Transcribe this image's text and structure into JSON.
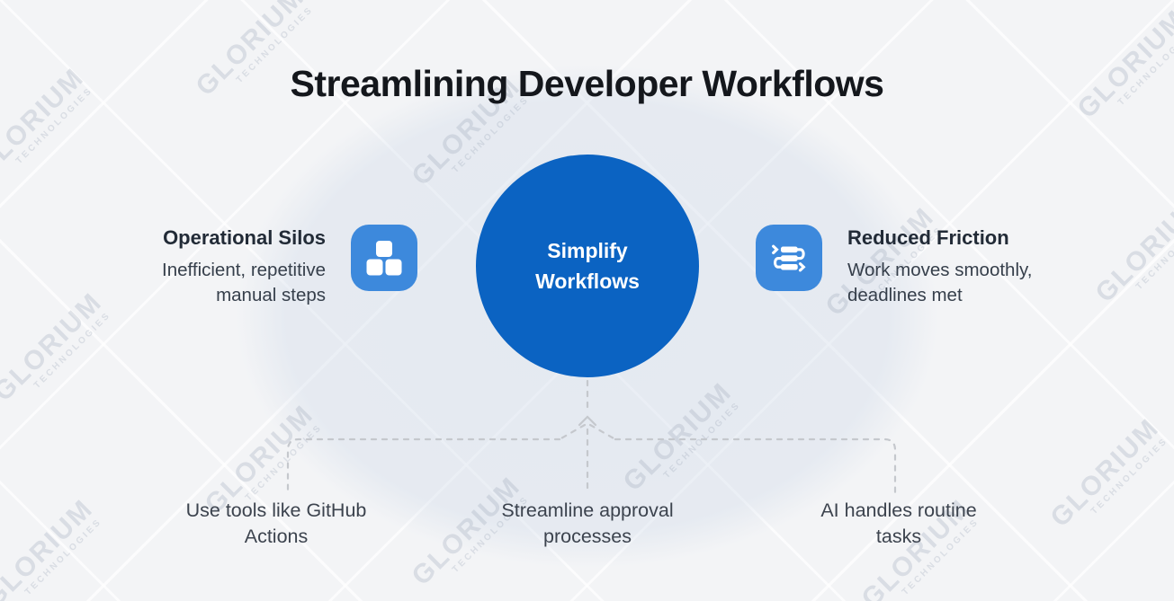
{
  "title": "Streamlining Developer Workflows",
  "watermark": {
    "line1": "GLORIUM",
    "line2": "TECHNOLOGIES"
  },
  "center_node": {
    "label": "Simplify Workflows"
  },
  "left_card": {
    "title": "Operational Silos",
    "description": "Inefficient, repetitive manual steps",
    "icon": "blocks-icon"
  },
  "right_card": {
    "title": "Reduced Friction",
    "description": "Work moves smoothly, deadlines met",
    "icon": "process-flow-icon"
  },
  "branches": [
    {
      "label": "Use tools like GitHub Actions"
    },
    {
      "label": "Streamline approval processes"
    },
    {
      "label": "AI handles routine tasks"
    }
  ],
  "colors": {
    "background": "#f3f4f6",
    "circle_blue": "#0b63c2",
    "icon_blue": "#3d89dc",
    "title_text": "#14171c",
    "body_text": "#363f4b",
    "connector_gray": "#c5c8cd"
  }
}
